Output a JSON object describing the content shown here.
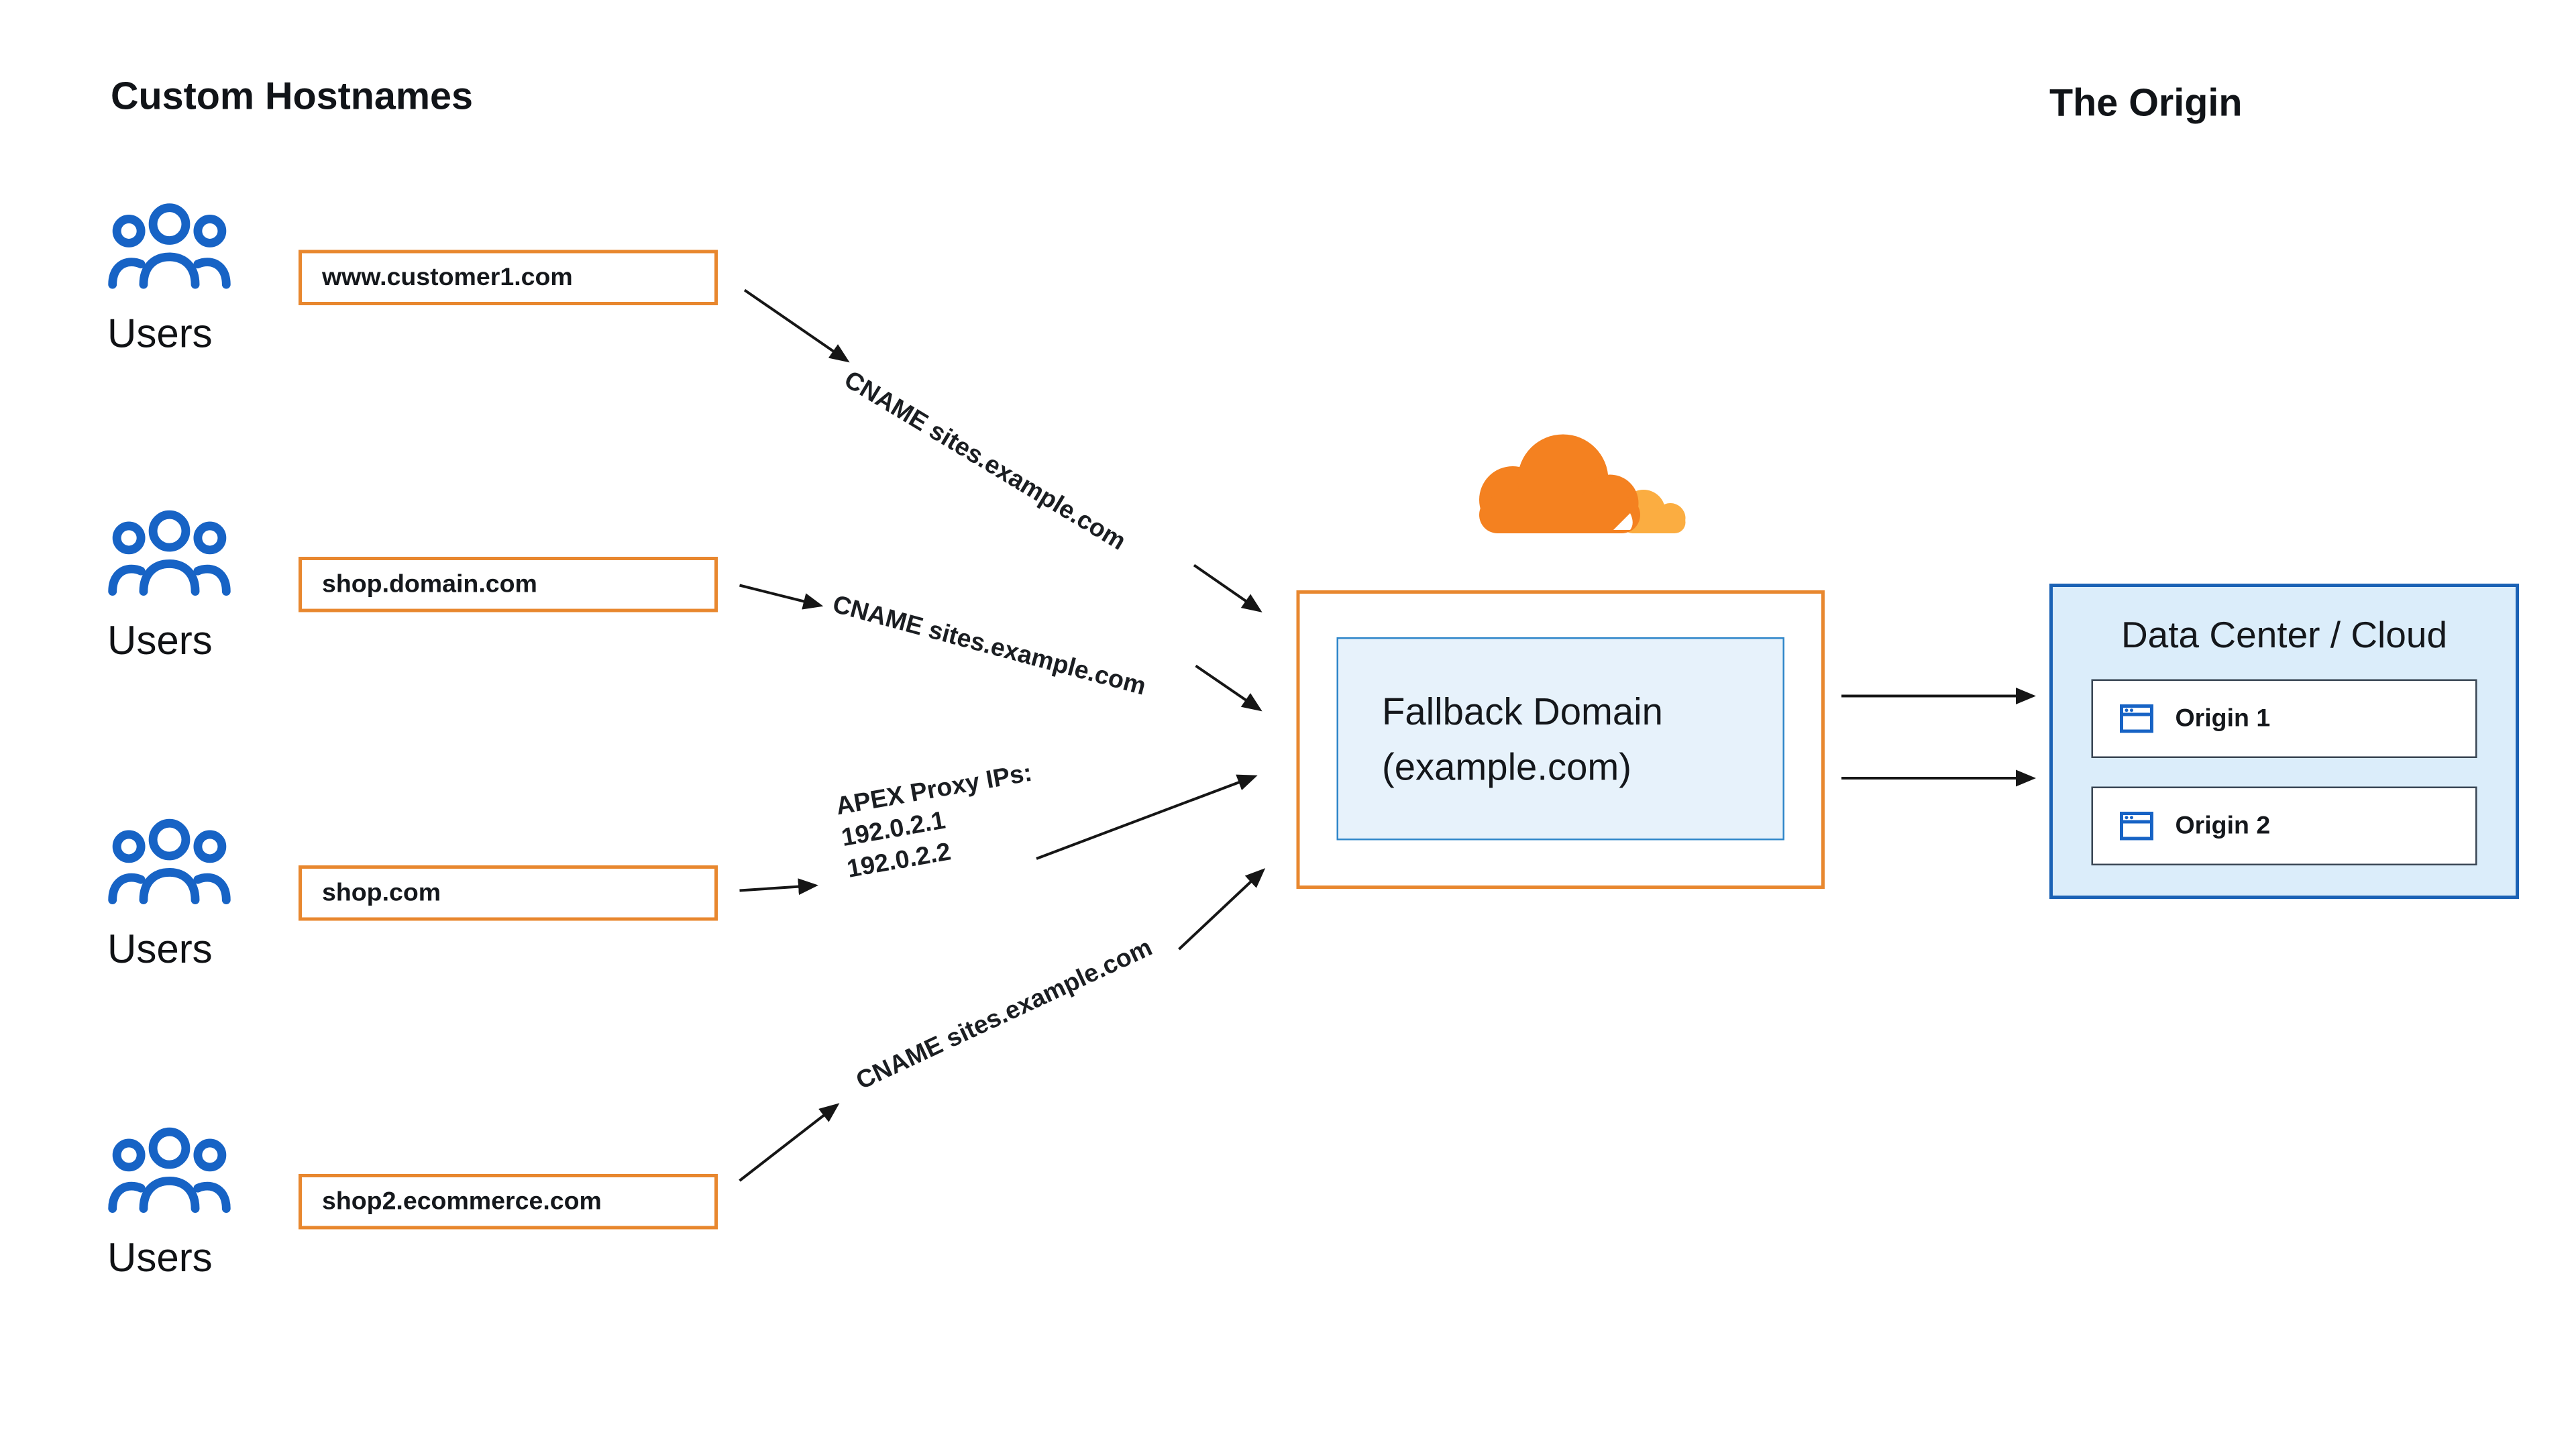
{
  "titles": {
    "left": "Custom Hostnames",
    "right": "The Origin"
  },
  "users_label": "Users",
  "hostnames": [
    {
      "label": "www.customer1.com"
    },
    {
      "label": "shop.domain.com"
    },
    {
      "label": "shop.com"
    },
    {
      "label": "shop2.ecommerce.com"
    }
  ],
  "arrow_labels": {
    "cname1": "CNAME sites.example.com",
    "cname2": "CNAME sites.example.com",
    "apex_line1": "APEX Proxy IPs:",
    "apex_line2": "192.0.2.1",
    "apex_line3": "192.0.2.2",
    "cname3": "CNAME sites.example.com"
  },
  "fallback": {
    "line1": "Fallback Domain",
    "line2": "(example.com)"
  },
  "origin_panel": {
    "title": "Data Center / Cloud",
    "origins": [
      {
        "label": "Origin 1"
      },
      {
        "label": "Origin 2"
      }
    ]
  },
  "colors": {
    "orange": "#F48120",
    "orange_light": "#FBAD41",
    "node_border_orange": "#E8872E",
    "blue_icon": "#1763C5",
    "panel_border_blue": "#1B62B5",
    "panel_fill_blue": "#DBEDFA",
    "fallback_fill": "#E7F2FB",
    "arrow_color": "#161616"
  }
}
